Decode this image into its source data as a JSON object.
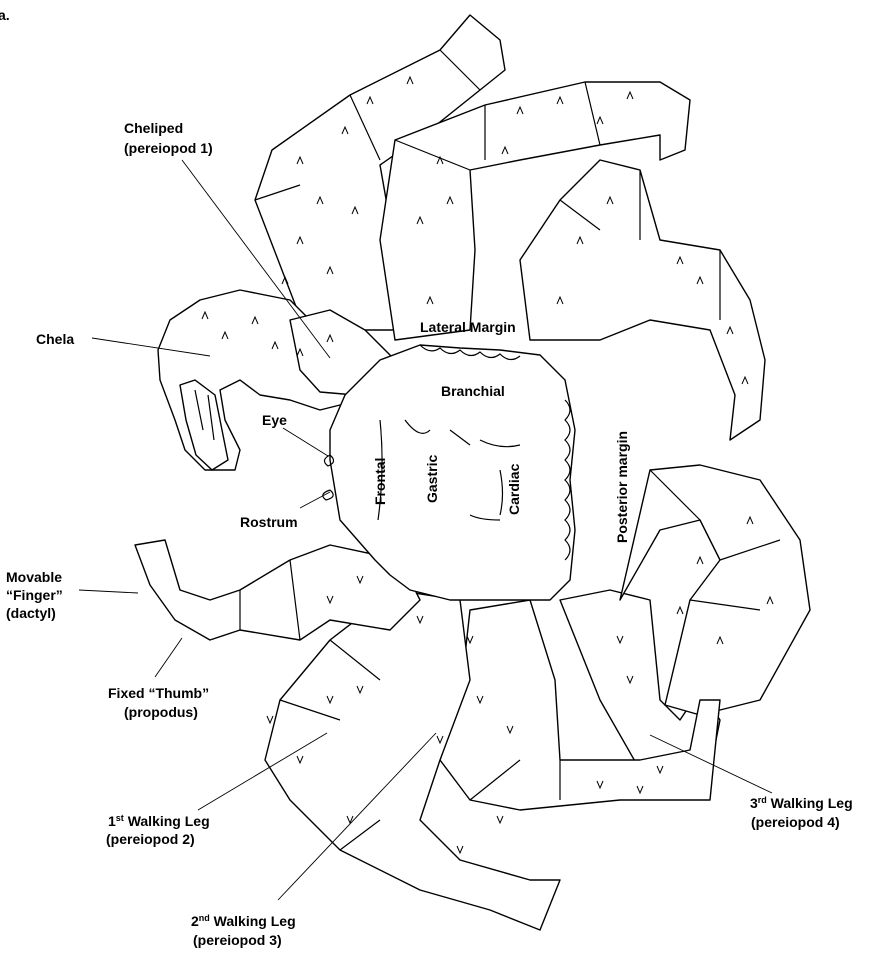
{
  "figure": {
    "panel_letter": "a."
  },
  "labels": {
    "cheliped": {
      "line1": "Cheliped",
      "line2": "(pereiopod 1)"
    },
    "chela": "Chela",
    "lateral_margin": "Lateral Margin",
    "branchial": "Branchial",
    "eye": "Eye",
    "rostrum": "Rostrum",
    "frontal": "Frontal",
    "gastric": "Gastric",
    "cardiac": "Cardiac",
    "posterior_margin": "Posterior margin",
    "movable_finger": {
      "line1": "Movable",
      "line2": "“Finger”",
      "line3": "(dactyl)"
    },
    "fixed_thumb": {
      "line1": "Fixed “Thumb”",
      "line2": "(propodus)"
    },
    "walking_leg_1": {
      "num": "1",
      "sup": "st",
      "text": " Walking Leg",
      "line2": "(pereiopod 2)"
    },
    "walking_leg_2": {
      "num": "2",
      "sup": "nd",
      "text": " Walking Leg",
      "line2": "(pereiopod 3)"
    },
    "walking_leg_3": {
      "num": "3",
      "sup": "rd",
      "text": " Walking Leg",
      "line2": "(pereiopod 4)"
    }
  },
  "colors": {
    "line": "#000000",
    "background": "#ffffff"
  }
}
